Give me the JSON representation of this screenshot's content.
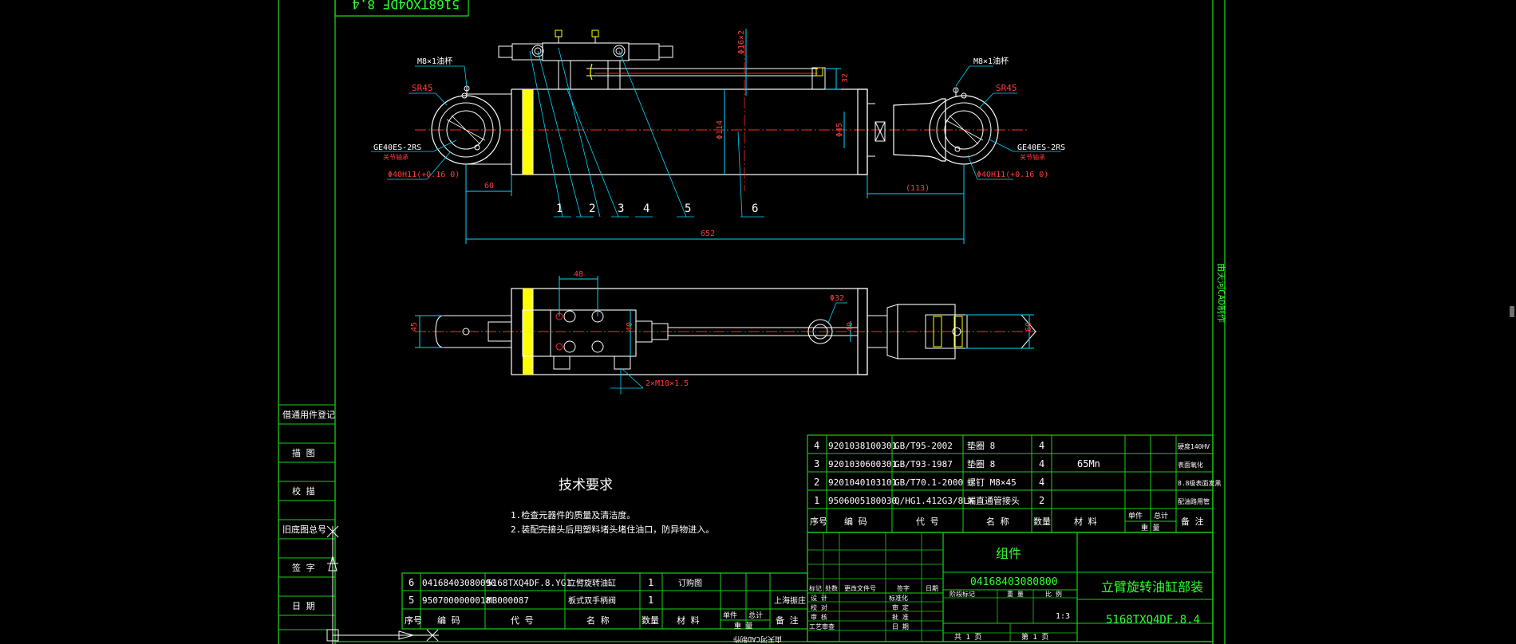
{
  "title_stamp": "5168TXQ4DF 8.4",
  "side_text": "由天河CAD制作",
  "left_labels": [
    "借通用件登记",
    "描 图",
    "校 描",
    "旧底图总号",
    "签 字",
    "日 期"
  ],
  "annotations": {
    "m8_left": "M8×1油杯",
    "m8_right": "M8×1油杯",
    "sr45_left": "SR45",
    "sr45_right": "SR45",
    "ge_left": "GE40ES-2RS",
    "ge_left_sub": "关节轴承",
    "ge_right": "GE40ES-2RS",
    "ge_right_sub": "关节轴承",
    "hole_left": "Φ40H11(+0.16 0)",
    "hole_right": "Φ40H11(+0.16 0)",
    "dim_60": "60",
    "dim_652": "652",
    "dim_113": "(113)",
    "dim_114": "Φ114",
    "dim_16x2": "Φ16×2",
    "dim_32": "32",
    "dim_45": "Φ45",
    "dim_48": "48",
    "dim_32b": "Φ32",
    "dim_45b": "45",
    "dim_40": "40",
    "dim_40b": "40",
    "dim_60b": "60",
    "dim_m10": "2×M10×1.5",
    "leaders": [
      "1",
      "2",
      "3",
      "4",
      "5",
      "6"
    ]
  },
  "notes": {
    "heading": "技术要求",
    "items": [
      "1.检查元器件的质量及清洁度。",
      "2.装配完接头后用塑料堵头堵住油口，防异物进入。"
    ]
  },
  "bom_top": {
    "rows": [
      {
        "no": "4",
        "code": "9201038100301",
        "std": "GB/T95-2002",
        "name": "垫圈 8",
        "qty": "4",
        "mat": "",
        "weight": "",
        "note": "硬度140HV"
      },
      {
        "no": "3",
        "code": "9201030600301",
        "std": "GB/T93-1987",
        "name": "垫圈 8",
        "qty": "4",
        "mat": "65Mn",
        "weight": "",
        "note": "表面氧化"
      },
      {
        "no": "2",
        "code": "9201040103101",
        "std": "GB/T70.1-2000",
        "name": "螺钉 M8×45",
        "qty": "4",
        "mat": "",
        "weight": "",
        "note": "8.8级表面发黑"
      },
      {
        "no": "1",
        "code": "9506005180030",
        "std": "Q/HG1.412G3/8LX",
        "name": "端直通管接头",
        "qty": "2",
        "mat": "",
        "weight": "",
        "note": "配油路用管"
      }
    ],
    "header": {
      "no": "序号",
      "code": "编 码",
      "std": "代 号",
      "name": "名 称",
      "qty": "数量",
      "mat": "材 料",
      "unit": "单件",
      "total": "总计",
      "weight": "重 量",
      "note": "备 注"
    }
  },
  "bom_bottom": {
    "rows": [
      {
        "no": "6",
        "code": "04168403080090",
        "std": "5168TXQ4DF.8.YG1",
        "name": "立臂旋转油缸",
        "qty": "1",
        "note": "订购图"
      },
      {
        "no": "5",
        "code": "9507000000018",
        "std": "MB000087",
        "name": "板式双手柄阀",
        "qty": "1",
        "note": "上海振庄"
      }
    ],
    "header": {
      "no": "序号",
      "code": "编 码",
      "std": "代 号",
      "name": "名 称",
      "qty": "数量",
      "mat": "材 料",
      "unit": "单件",
      "total": "总计",
      "weight": "重 量",
      "note": "备 注"
    }
  },
  "title_block": {
    "type": "组件",
    "code": "04168403080800",
    "name": "立臂旋转油缸部装",
    "drawing_no": "5168TXQ4DF.8.4",
    "scale": "1:3",
    "sheets": "共 1 页",
    "sheet": "第 1 页",
    "row_labels": [
      "标记",
      "处数",
      "更改文件号",
      "签字",
      "日期"
    ],
    "role_labels": [
      "设 计",
      "校 对",
      "审 核",
      "工艺审查",
      "标准化",
      "审 定",
      "批 准",
      "日 期"
    ],
    "stage_labels": [
      "阶段标记",
      "重 量",
      "比 例"
    ]
  },
  "bottom_mirror": "由天河CAD制作"
}
